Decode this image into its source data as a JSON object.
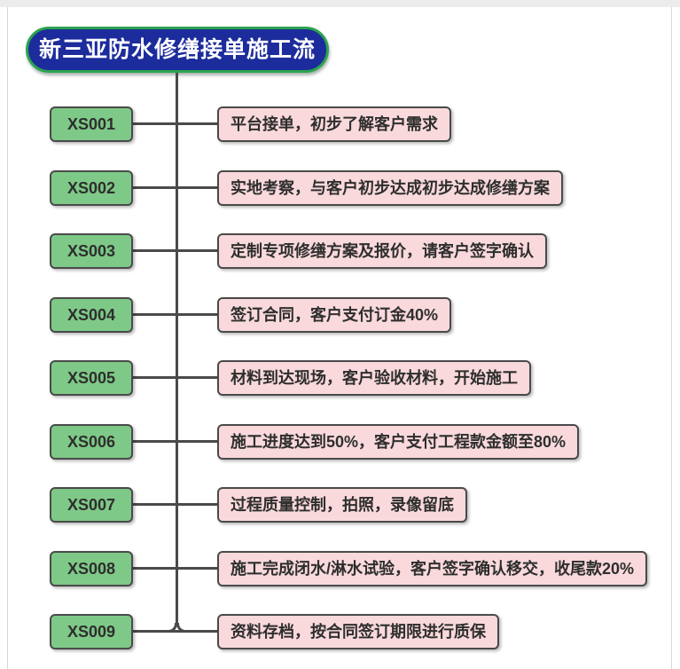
{
  "title": "新三亚防水修缮接单施工流程",
  "steps": [
    {
      "code": "XS001",
      "desc": "平台接单，初步了解客户需求"
    },
    {
      "code": "XS002",
      "desc": "实地考察，与客户初步达成初步达成修缮方案"
    },
    {
      "code": "XS003",
      "desc": "定制专项修缮方案及报价，请客户签字确认"
    },
    {
      "code": "XS004",
      "desc": "签订合同，客户支付订金40%"
    },
    {
      "code": "XS005",
      "desc": "材料到达现场，客户验收材料，开始施工"
    },
    {
      "code": "XS006",
      "desc": "施工进度达到50%，客户支付工程款金额至80%"
    },
    {
      "code": "XS007",
      "desc": "过程质量控制，拍照，录像留底"
    },
    {
      "code": "XS008",
      "desc": "施工完成闭水/淋水试验，客户签字确认移交，收尾款20%"
    },
    {
      "code": "XS009",
      "desc": "资料存档，按合同签订期限进行质保"
    }
  ],
  "colors": {
    "title_bg": "#1c2c9c",
    "title_border": "#2ca44f",
    "title_text": "#ffffff",
    "step_bg": "#7ec987",
    "desc_bg": "#f9d9db",
    "node_border": "#4a4a4a",
    "line": "#4a4a4a",
    "text": "#2e2e2e"
  }
}
